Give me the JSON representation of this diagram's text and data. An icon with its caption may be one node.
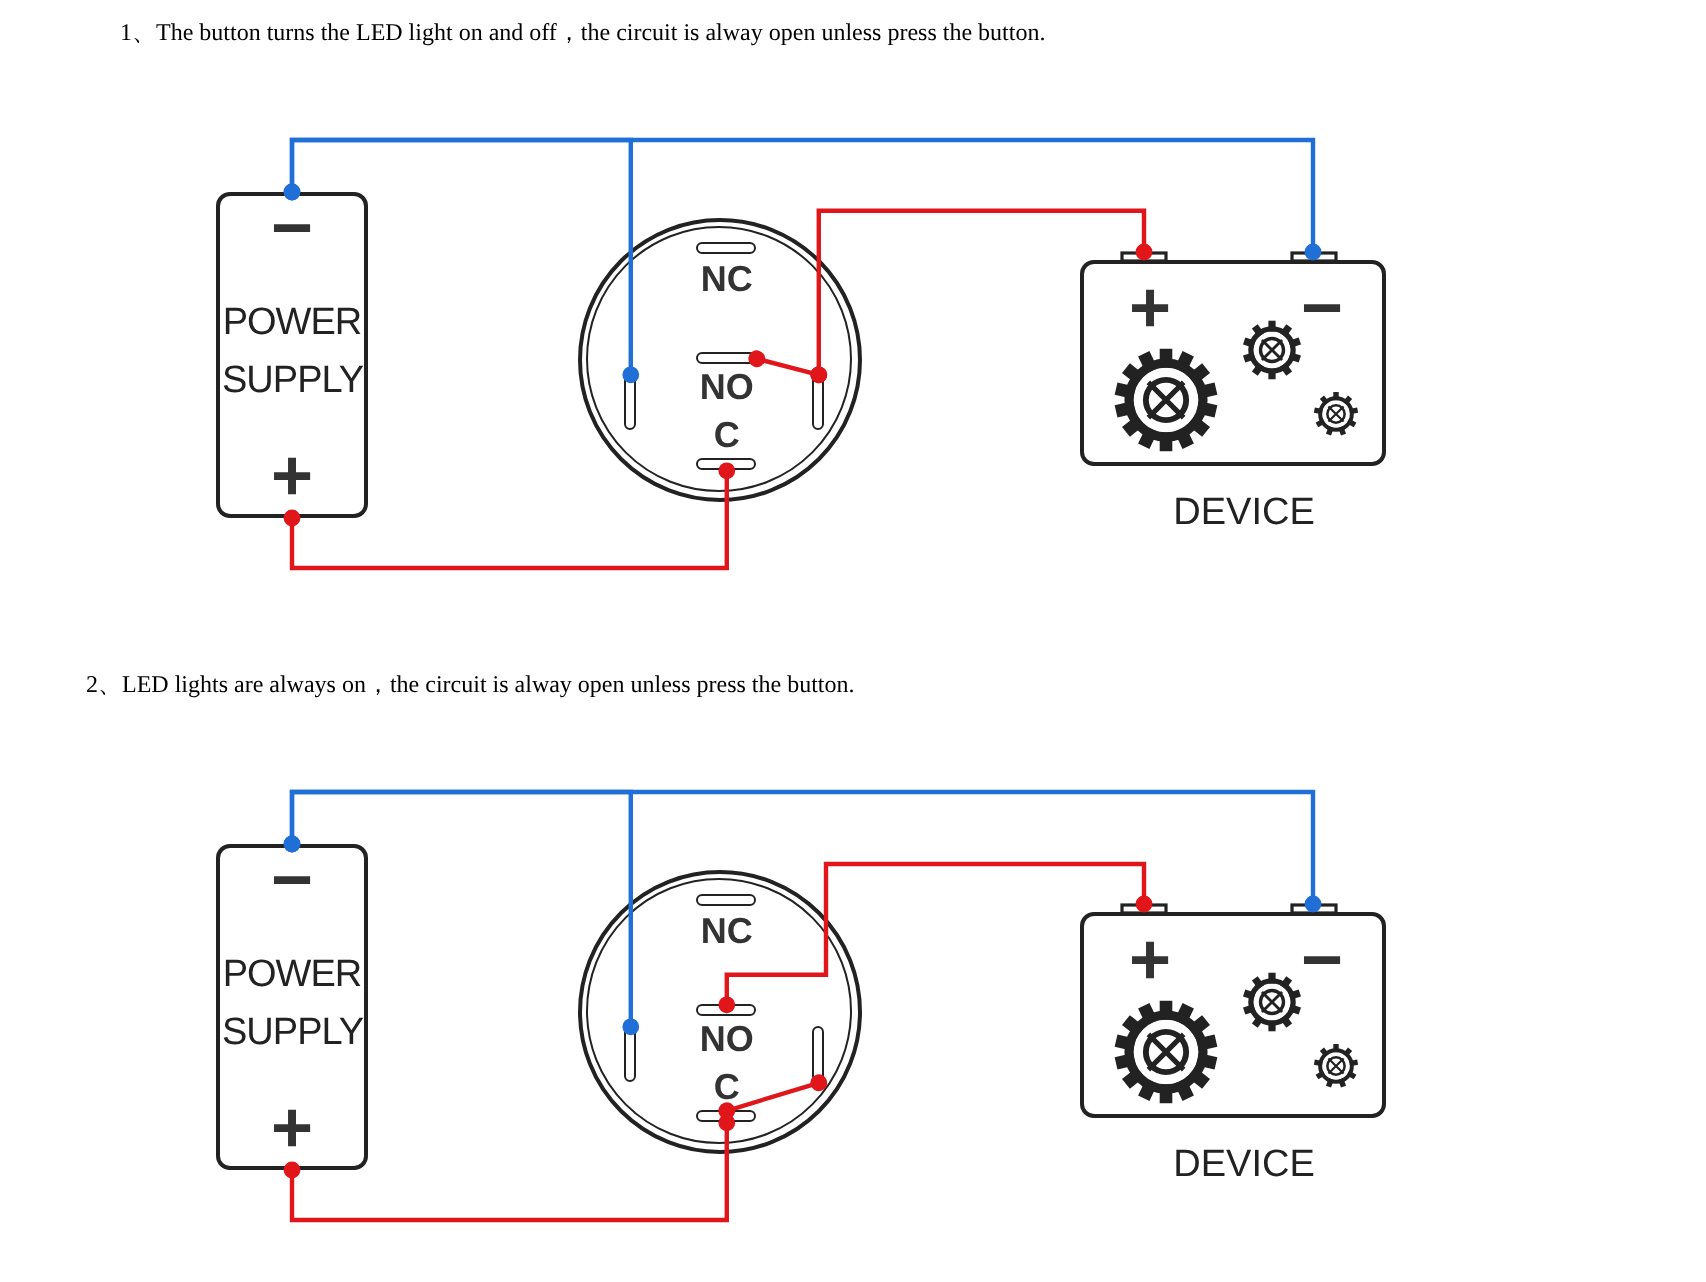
{
  "diagram": {
    "nodes": [
      {
        "text": [
          "−",
          "POWER SUPPLY",
          "+"
        ]
      },
      {
        "text": [],
        "shape": "circle"
      },
      {
        "text": [
          "NC"
        ],
        "in": 1
      },
      {
        "text": [],
        "shape": "bar",
        "in": 1
      },
      {
        "text": [
          "NO"
        ],
        "in": 1
      },
      {
        "text": [],
        "shape": "bar",
        "in": 1
      },
      {
        "text": [
          "C"
        ],
        "in": 1
      },
      {
        "text": [
          "+",
          "−",
          "DEVICE"
        ]
      },
      {
        "text": [
          "−",
          "POWER SUPPLY",
          "+"
        ]
      },
      {
        "text": [],
        "shape": "circle"
      },
      {
        "text": [
          "NC"
        ],
        "in": 9
      },
      {
        "text": [],
        "shape": "bar",
        "in": 9
      },
      {
        "text": [
          "NO"
        ],
        "in": 9
      },
      {
        "text": [],
        "shape": "bar",
        "in": 9
      },
      {
        "text": [
          "C"
        ],
        "in": 9
      },
      {
        "text": [
          "+",
          "−",
          "DEVICE"
        ]
      }
    ],
    "edges": [
      {
        "from": 0,
        "to": 7,
        "arrow": "other",
        "color": "#1f6fd6"
      },
      {
        "from": 0,
        "to": 3,
        "arrow": "other",
        "color": "#1f6fd6"
      },
      {
        "from": 0,
        "to": 6,
        "arrow": "other",
        "color": "#e0161b"
      },
      {
        "from": 4,
        "to": 5,
        "arrow": "other",
        "color": "#e0161b"
      },
      {
        "from": 5,
        "to": 7,
        "arrow": "other",
        "color": "#e0161b"
      },
      {
        "from": 8,
        "to": 15,
        "arrow": "other",
        "color": "#1f6fd6"
      },
      {
        "from": 8,
        "to": 11,
        "arrow": "other",
        "color": "#1f6fd6"
      },
      {
        "from": 8,
        "to": 14,
        "arrow": "other",
        "color": "#e0161b"
      },
      {
        "from": 14,
        "to": 13,
        "arrow": "other",
        "color": "#e0161b"
      },
      {
        "from": 12,
        "to": 15,
        "arrow": "other",
        "color": "#e0161b"
      }
    ],
    "labels": [
      "1、The button turns the LED light on and off，the circuit is alway open unless press the button.",
      "2、LED lights are always on，the circuit is alway open unless press the button."
    ]
  }
}
